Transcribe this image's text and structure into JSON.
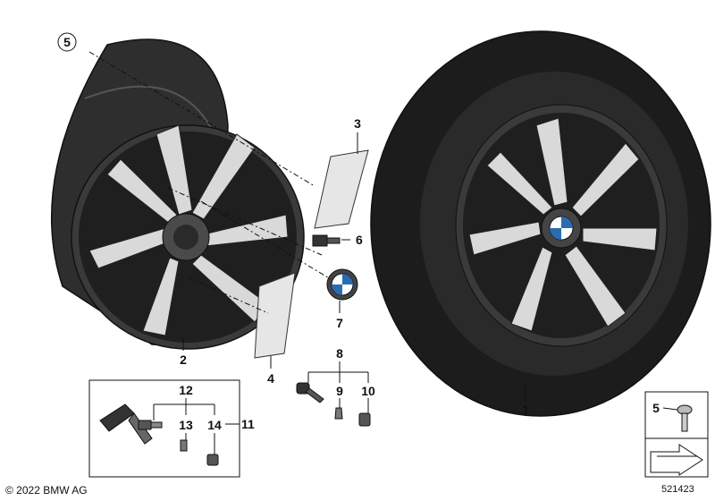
{
  "callouts": {
    "c1": "1",
    "c2": "2",
    "c3": "3",
    "c4": "4",
    "c5": "5",
    "c6": "6",
    "c7": "7",
    "c8": "8",
    "c9": "9",
    "c10": "10",
    "c11": "11",
    "c12": "12",
    "c13": "13",
    "c14": "14",
    "c5_box": "5"
  },
  "footer": {
    "copyright": "© 2022 BMW AG",
    "diagram_number": "521423"
  },
  "colors": {
    "tire": "#1c1c1c",
    "rim_dark": "#3a3a3a",
    "rim_mid": "#5a5a5a",
    "spoke_light": "#d9d9d9",
    "line": "#111111"
  }
}
